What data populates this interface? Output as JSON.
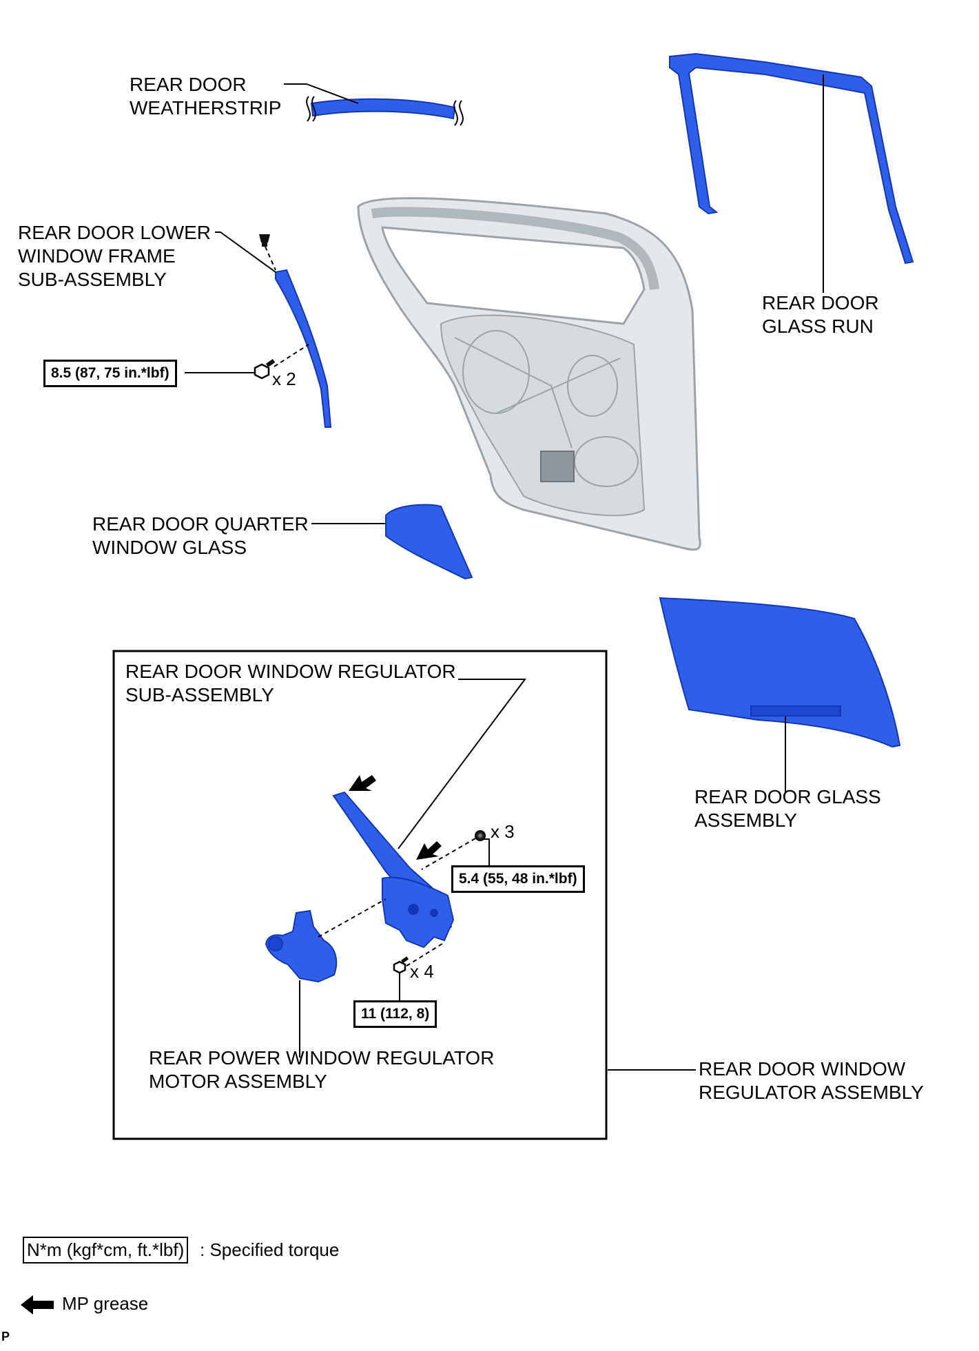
{
  "labels": {
    "weatherstrip": [
      "REAR DOOR",
      "WEATHERSTRIP"
    ],
    "lower_frame": [
      "REAR DOOR LOWER",
      "WINDOW FRAME",
      "SUB-ASSEMBLY"
    ],
    "glass_run": [
      "REAR DOOR",
      "GLASS RUN"
    ],
    "quarter_glass": [
      "REAR DOOR QUARTER",
      "WINDOW GLASS"
    ],
    "regulator_sub": [
      "REAR DOOR WINDOW REGULATOR",
      "SUB-ASSEMBLY"
    ],
    "glass_assembly": [
      "REAR DOOR GLASS",
      "ASSEMBLY"
    ],
    "motor": [
      "REAR POWER WINDOW REGULATOR",
      "MOTOR ASSEMBLY"
    ],
    "regulator_assembly": [
      "REAR DOOR WINDOW",
      "REGULATOR ASSEMBLY"
    ]
  },
  "torques": {
    "frame": "8.5 (87, 75 in.*lbf)",
    "regulator": "5.4 (55, 48 in.*lbf)",
    "motor": "11 (112, 8)"
  },
  "quantities": {
    "frame": "x 2",
    "regulator": "x 3",
    "motor": "x 4"
  },
  "legend": {
    "torque_box": "N*m (kgf*cm, ft.*lbf)",
    "torque_text": ": Specified torque",
    "grease_text": "MP grease"
  },
  "footer": {
    "code": "P"
  },
  "colors": {
    "part_blue": "#2f5ee8",
    "part_blue_dark": "#1236b8",
    "door_gray": "#e4e8eb",
    "door_line": "#9aa3a9"
  }
}
